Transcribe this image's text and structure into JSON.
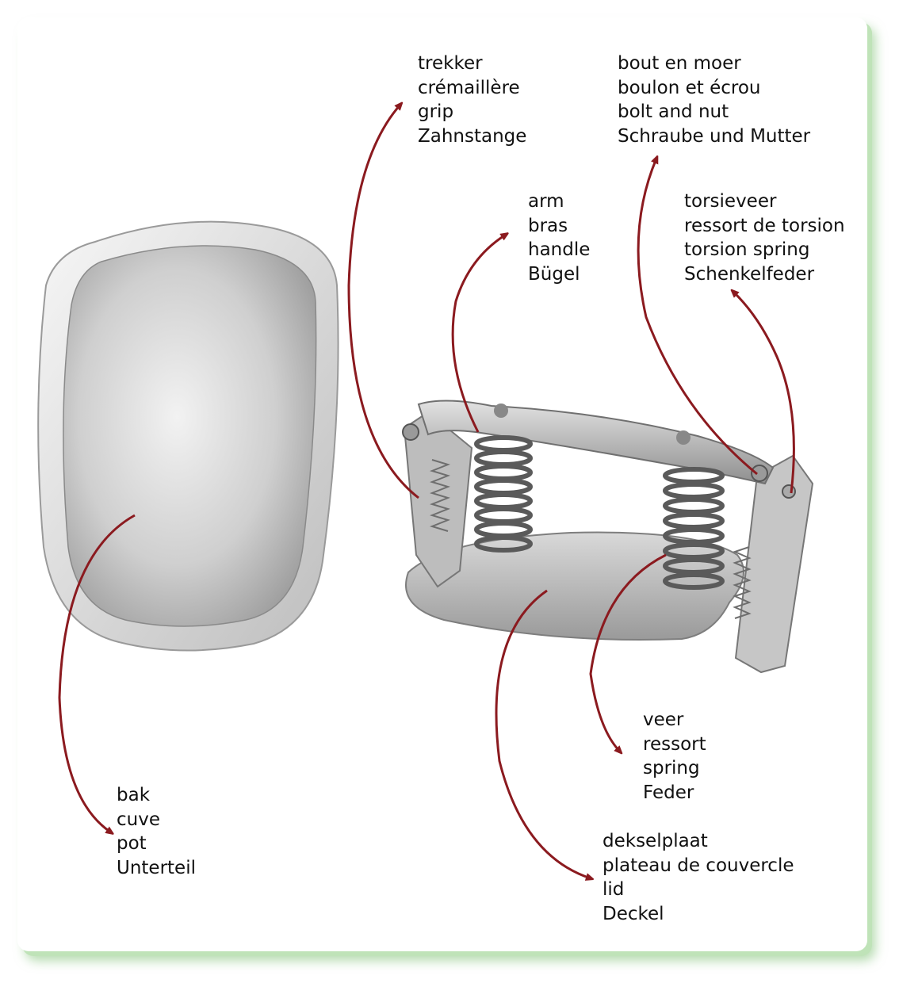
{
  "labels": {
    "rack": [
      "trekker",
      "crémaillère",
      "grip",
      "Zahnstange"
    ],
    "bolt": [
      "bout en moer",
      "boulon et écrou",
      "bolt and nut",
      "Schraube und Mutter"
    ],
    "arm": [
      "arm",
      "bras",
      "handle",
      "Bügel"
    ],
    "torsion": [
      "torsieveer",
      "ressort de torsion",
      "torsion spring",
      "Schenkelfeder"
    ],
    "spring": [
      "veer",
      "ressort",
      "spring",
      "Feder"
    ],
    "pot": [
      "bak",
      "cuve",
      "pot",
      "Unterteil"
    ],
    "lid": [
      "dekselplaat",
      "plateau de couvercle",
      "lid",
      "Deckel"
    ]
  },
  "colors": {
    "arrow": "#8b1a1f",
    "frame_shadow": "#bfe3b8",
    "metal": "#c9c9c9"
  }
}
